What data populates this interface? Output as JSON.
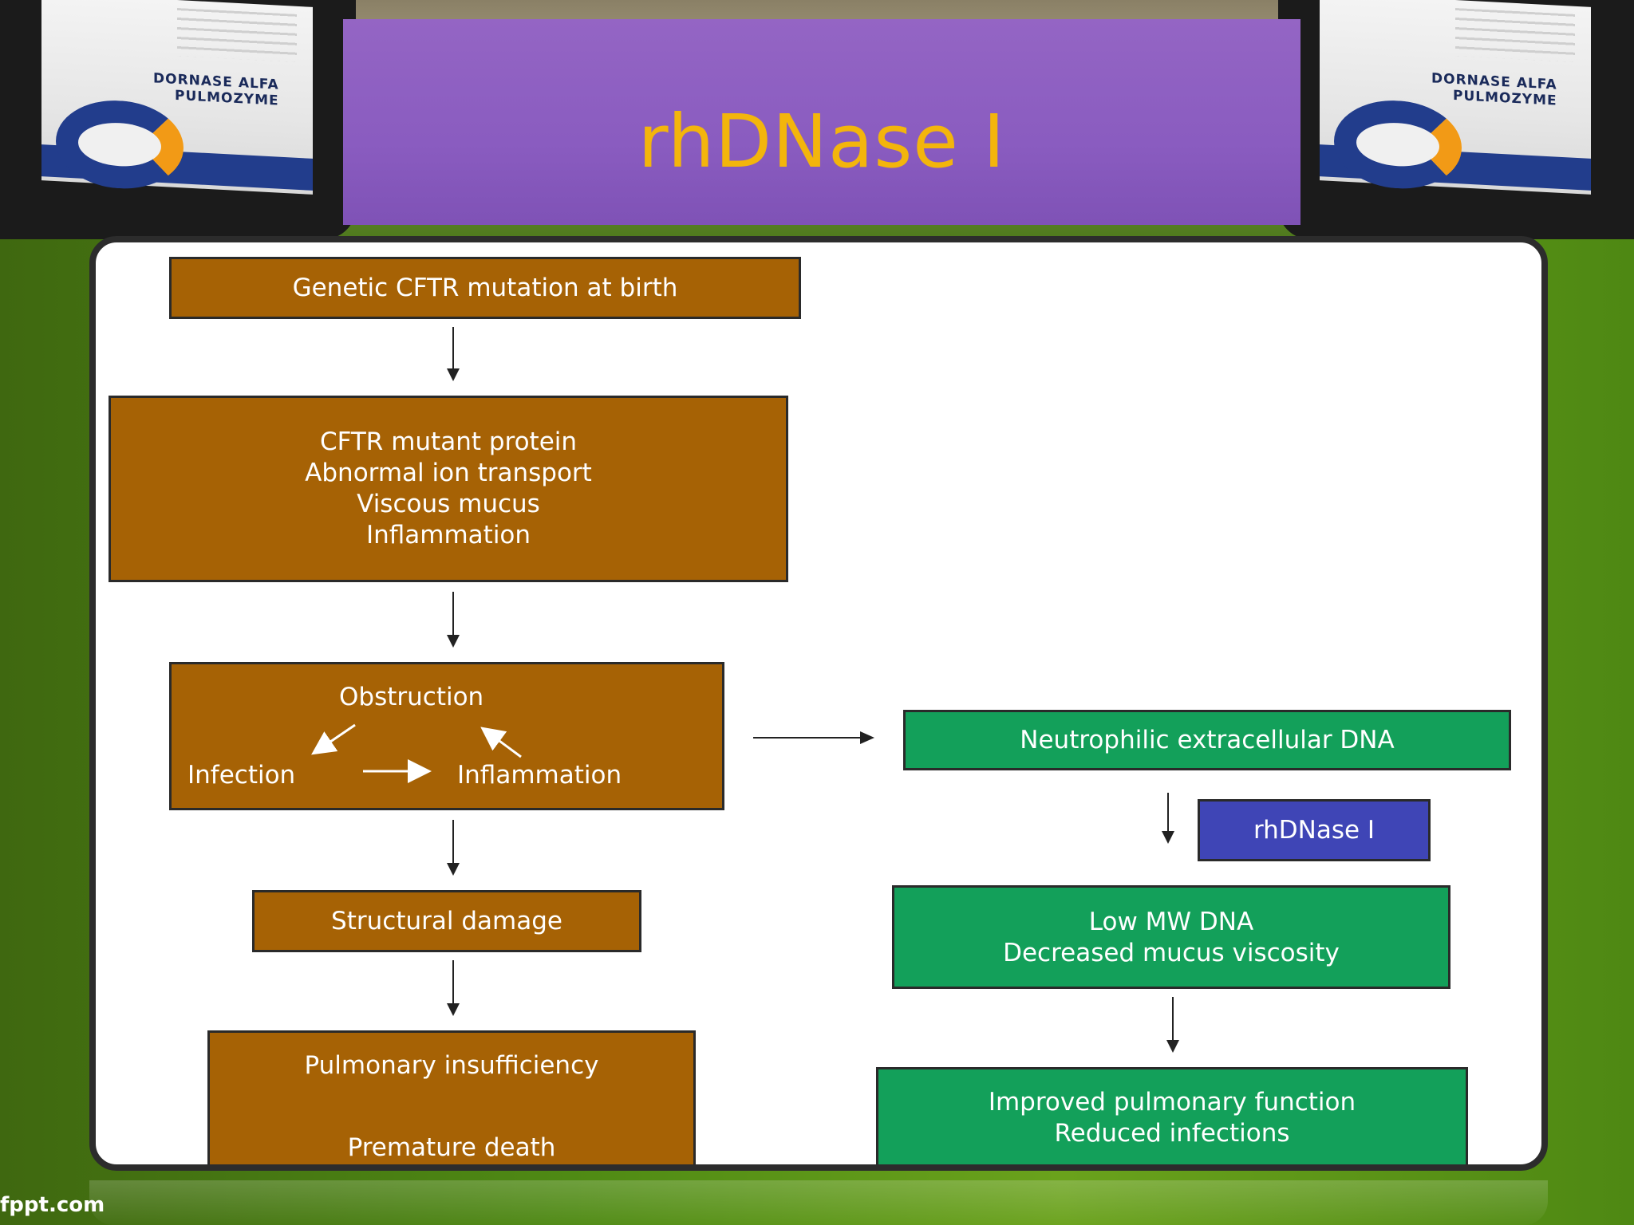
{
  "slide": {
    "title": "rhDNase I",
    "footer": "fppt.com"
  },
  "package": {
    "brand_line1": "DORNASE ALFA",
    "brand_line2": "PULMOZYME"
  },
  "diagram": {
    "left_chain": {
      "cftr_mutation": "Genetic CFTR mutation at birth",
      "mutant_protein": [
        "CFTR mutant protein",
        "Abnormal ion transport",
        "Viscous mucus",
        "Inflammation"
      ],
      "cycle": {
        "obstruction": "Obstruction",
        "infection": "Infection",
        "inflammation": "Inflammation"
      },
      "structural_damage": "Structural damage",
      "outcome": [
        "Pulmonary insufficiency",
        "Premature death"
      ]
    },
    "right_chain": {
      "neutrophilic_dna": "Neutrophilic extracellular DNA",
      "drug": "rhDNase I",
      "low_mw_dna": [
        "Low MW DNA",
        "Decreased mucus viscosity"
      ],
      "improved": [
        "Improved pulmonary function",
        "Reduced infections"
      ]
    }
  }
}
